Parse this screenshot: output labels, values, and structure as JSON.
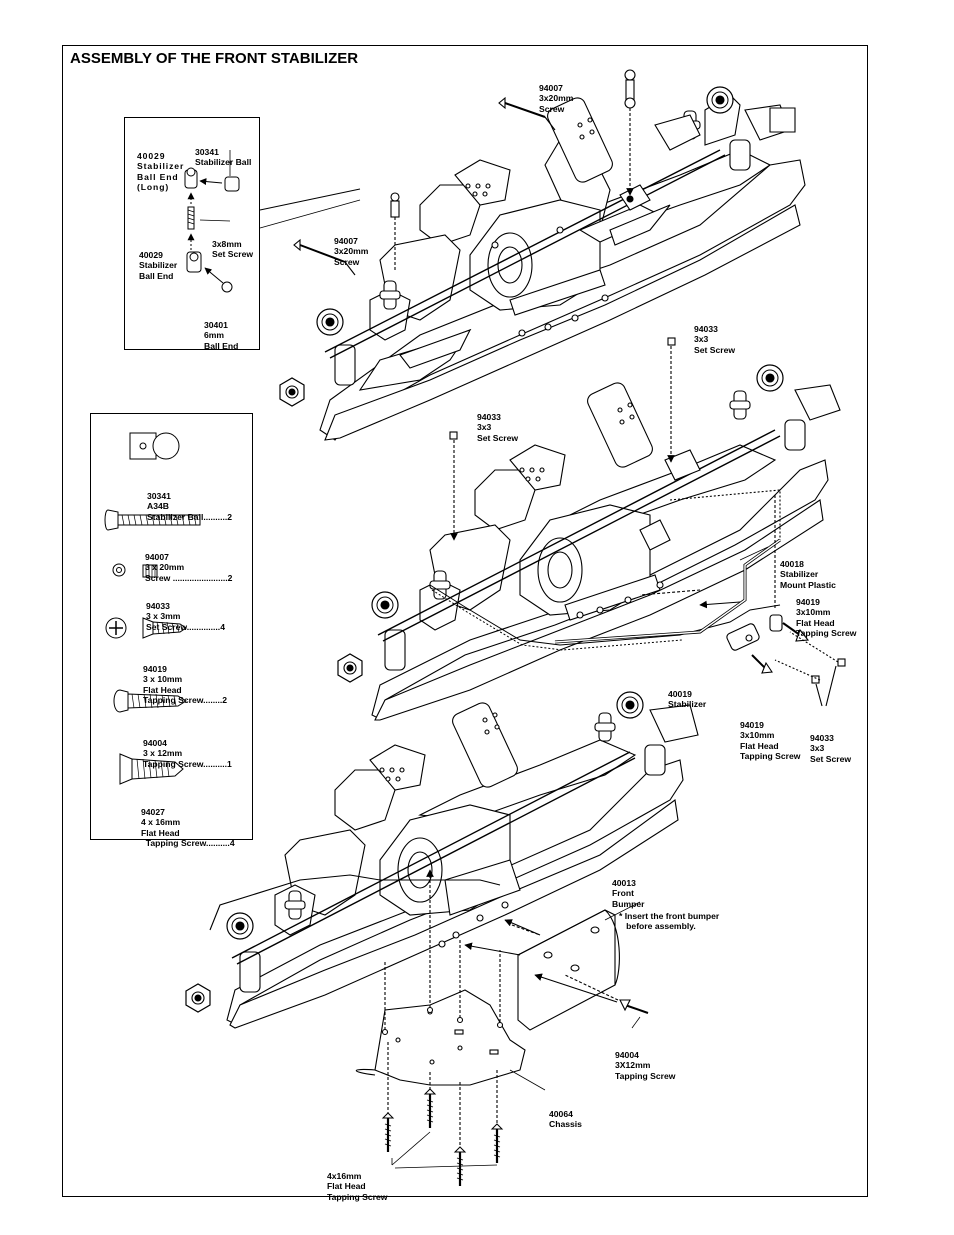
{
  "title": "ASSEMBLY OF THE FRONT STABILIZER",
  "inset": {
    "labels": [
      {
        "lines": [
          "40029",
          "Stabilizer",
          "Ball End",
          "(Long)"
        ]
      },
      {
        "lines": [
          "30341",
          "Stabilizer Ball"
        ]
      },
      {
        "lines": [
          "3x8mm",
          "Set Screw"
        ]
      },
      {
        "lines": [
          "40029",
          "Stabilizer",
          "Ball End"
        ]
      },
      {
        "lines": [
          "30401",
          "6mm",
          "Ball End"
        ]
      }
    ]
  },
  "parts_list": [
    {
      "lines": [
        "30341",
        "A34B",
        "Stabilizer Ball..........2"
      ],
      "icon": "stabilizer-ball-icon"
    },
    {
      "lines": [
        "94007",
        "3 x 20mm",
        "Screw .......................2"
      ],
      "icon": "screw-icon"
    },
    {
      "lines": [
        "94033",
        "3 x 3mm",
        "Set Screw..............4"
      ],
      "icon": "set-screw-icon"
    },
    {
      "lines": [
        "94019",
        "3 x 10mm",
        "Flat Head",
        "Tapping Screw........2"
      ],
      "icon": "flat-head-tapping-screw-icon"
    },
    {
      "lines": [
        "94004",
        "3 x 12mm",
        "Tapping Screw..........1"
      ],
      "icon": "tapping-screw-icon"
    },
    {
      "lines": [
        "94027",
        "4 x 16mm",
        "Flat Head",
        "  Tapping Screw..........4"
      ],
      "icon": "flat-head-tapping-screw-icon"
    }
  ],
  "callouts": [
    {
      "lines": [
        "94007",
        "3x20mm",
        "Screw"
      ]
    },
    {
      "lines": [
        "94007",
        "3x20mm",
        "Screw"
      ]
    },
    {
      "lines": [
        "94033",
        "3x3",
        "Set Screw"
      ]
    },
    {
      "lines": [
        "94033",
        "3x3",
        "Set Screw"
      ]
    },
    {
      "lines": [
        "40018",
        "Stabilizer",
        "Mount Plastic"
      ]
    },
    {
      "lines": [
        "94019",
        "3x10mm",
        "Flat Head",
        "Tapping Screw"
      ]
    },
    {
      "lines": [
        "40019",
        "Stabilizer"
      ]
    },
    {
      "lines": [
        "94019",
        "3x10mm",
        "Flat Head",
        "Tapping Screw"
      ]
    },
    {
      "lines": [
        "94033",
        "3x3",
        "Set Screw"
      ]
    },
    {
      "lines": [
        "40013",
        "Front",
        "Bumper"
      ]
    },
    {
      "lines": [
        "* Insert the front bumper",
        "   before assembly."
      ]
    },
    {
      "lines": [
        "94004",
        "3X12mm",
        "Tapping Screw"
      ]
    },
    {
      "lines": [
        "40064",
        "Chassis"
      ]
    },
    {
      "lines": [
        "4x16mm",
        "Flat Head",
        "Tapping Screw"
      ]
    }
  ]
}
